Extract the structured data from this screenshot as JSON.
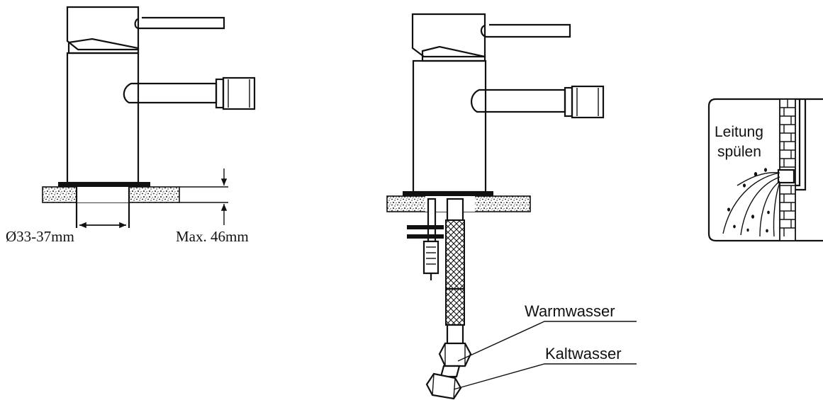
{
  "labels": {
    "diameter": "Ø33-37mm",
    "max_thickness": "Max. 46mm",
    "flush_line": "Leitung",
    "flush_action": "spülen",
    "warm_water": "Warmwasser",
    "cold_water": "Kaltwasser"
  },
  "colors": {
    "line": "#111111",
    "background": "#ffffff"
  }
}
